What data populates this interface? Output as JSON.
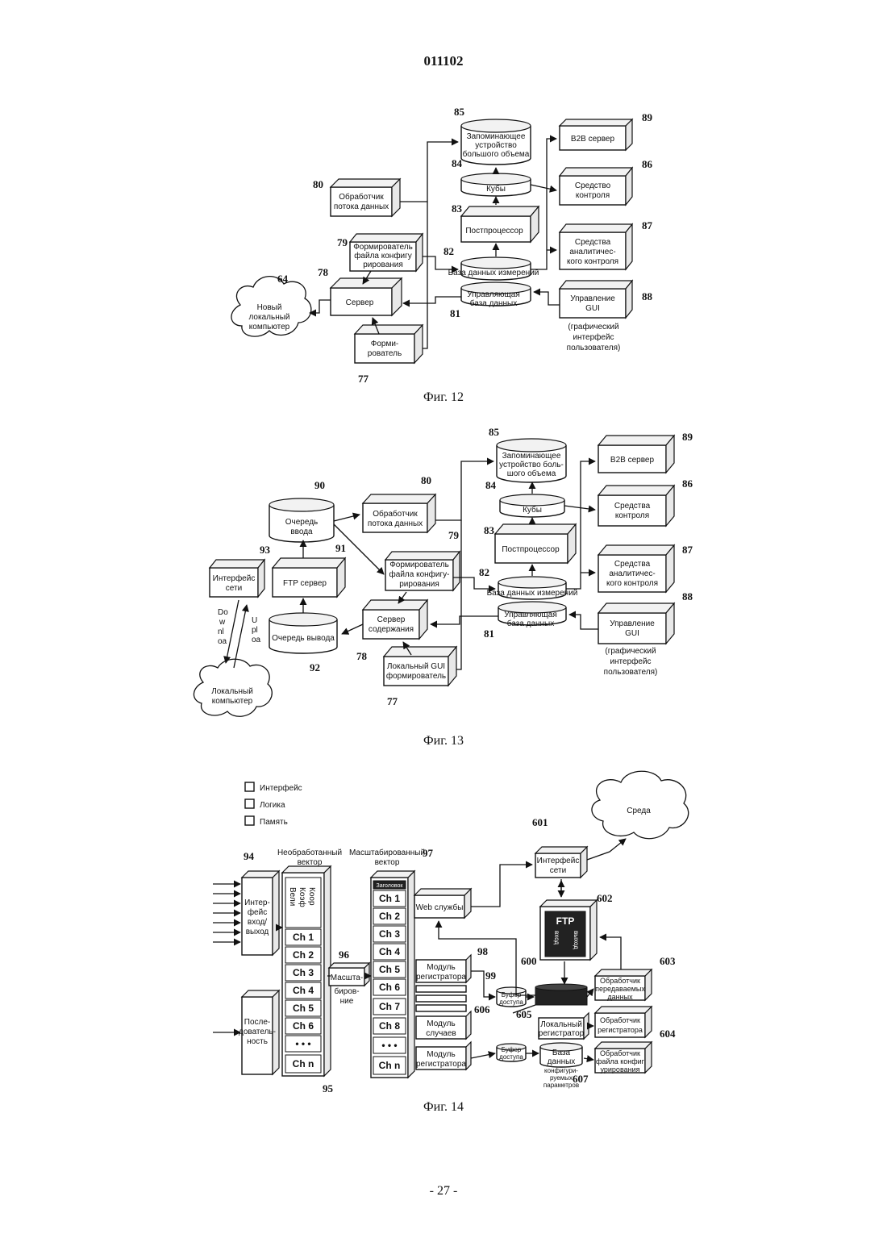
{
  "header": {
    "doc_number": "011102"
  },
  "footer": {
    "page": "- 27 -"
  },
  "fig12": {
    "caption": "Фиг. 12",
    "mass_storage": [
      "Запоминающее",
      "устройство",
      "большого объема"
    ],
    "stream_handler": [
      "Обработчик",
      "потока данных"
    ],
    "cubes": "Кубы",
    "postprocessor": "Постпроцессор",
    "config_former": [
      "Формирователь",
      "файла конфигу",
      "рирования"
    ],
    "measure_db": "База данных измерений",
    "control_db": [
      "Управляющая",
      "база данных"
    ],
    "server": "Сервер",
    "former": [
      "Форми-",
      "рователь"
    ],
    "cloud": [
      "Новый",
      "локальный",
      "компьютер"
    ],
    "b2b": "B2B сервер",
    "monitor": [
      "Средство",
      "контроля"
    ],
    "analytics": [
      "Средства",
      "аналитичес-",
      "кого контроля"
    ],
    "gui": [
      "Управление",
      "GUI"
    ],
    "gui_note": [
      "(графический",
      "интерфейс",
      "пользователя)"
    ],
    "refs": {
      "r85": "85",
      "r84": "84",
      "r83": "83",
      "r82": "82",
      "r81": "81",
      "r80": "80",
      "r79": "79",
      "r78": "78",
      "r77": "77",
      "r64": "64",
      "r89": "89",
      "r86": "86",
      "r87": "87",
      "r88": "88"
    }
  },
  "fig13": {
    "caption": "Фиг. 13",
    "mass_storage": [
      "Запоминающее",
      "устройство боль-",
      "шого объема"
    ],
    "input_queue": [
      "Очередь",
      "ввода"
    ],
    "stream_handler": [
      "Обработчик",
      "потока данных"
    ],
    "cubes": "Кубы",
    "postprocessor": "Постпроцессор",
    "config_former": [
      "Формирователь",
      "файла конфигу-",
      "рирования"
    ],
    "measure_db": "База данных измерений",
    "control_db": [
      "Управляющая",
      "база данных"
    ],
    "content_server": [
      "Сервер",
      "содержания"
    ],
    "local_gui": [
      "Локальный GUI",
      "формирователь"
    ],
    "ftp": "FTP сервер",
    "net_iface": [
      "Интерфейс",
      "сети"
    ],
    "output_queue": "Очередь вывода",
    "download": [
      "Do",
      "w",
      "nl",
      "oa"
    ],
    "upload": [
      "U",
      "pl",
      "oa"
    ],
    "cloud": [
      "Локальный",
      "компьютер"
    ],
    "b2b": "B2B сервер",
    "monitor": [
      "Средства",
      "контроля"
    ],
    "analytics": [
      "Средства",
      "аналитичес-",
      "кого контроля"
    ],
    "gui": [
      "Управление",
      "GUI"
    ],
    "gui_note": [
      "(графический",
      "интерфейс",
      "пользователя)"
    ],
    "refs": {
      "r85": "85",
      "r90": "90",
      "r80": "80",
      "r84": "84",
      "r83": "83",
      "r79": "79",
      "r93": "93",
      "r91": "91",
      "r82": "82",
      "r81": "81",
      "r78": "78",
      "r92": "92",
      "r77": "77",
      "r89": "89",
      "r86": "86",
      "r87": "87",
      "r88": "88"
    }
  },
  "fig14": {
    "caption": "Фиг. 14",
    "legend": [
      "Интерфейс",
      "Логика",
      "Память"
    ],
    "raw_vector": [
      "Необработанный",
      "вектор"
    ],
    "scaled_vector": [
      "Масштабированный",
      "вектор"
    ],
    "io_iface": [
      "Интер-",
      "фейс",
      "вход/",
      "выход"
    ],
    "sequence": [
      "После-",
      "дователь-",
      "ность"
    ],
    "raw_head": [
      "Вели",
      "Коэф",
      "Коор"
    ],
    "scaled_head": "Заголовок",
    "channels": [
      "Ch 1",
      "Ch 2",
      "Ch 3",
      "Ch 4",
      "Ch 5",
      "Ch 6",
      "• • •",
      "Ch n"
    ],
    "scaled_channels": [
      "Ch 1",
      "Ch 2",
      "Ch 3",
      "Ch 4",
      "Ch 5",
      "Ch 6",
      "Ch 7",
      "Ch 8",
      "• • •",
      "Ch n"
    ],
    "scaling": [
      "Масшта-",
      "биров-",
      "ние"
    ],
    "web": "Web службы",
    "reg_module1": [
      "Модуль",
      "регистратора"
    ],
    "random_module": [
      "Модуль",
      "случаев"
    ],
    "reg_module2": [
      "Модуль",
      "регистратора"
    ],
    "buffer1": [
      "Буфер",
      "доступа"
    ],
    "buffer2": [
      "Буфер",
      "доступа"
    ],
    "net_iface": [
      "Интерфейс",
      "сети"
    ],
    "ftp": "FTP",
    "ftp_cols": [
      "вход",
      "выход"
    ],
    "env": "Среда",
    "local_reg": [
      "Локальный",
      "регистратор"
    ],
    "config_db": [
      "База",
      "данных"
    ],
    "config_db_note": [
      "конфигури-",
      "руемых",
      "параметров"
    ],
    "handler_transfer": [
      "Обработчик",
      "передаваемых",
      "данных"
    ],
    "handler_reg": [
      "Обработчик",
      "регистратора"
    ],
    "handler_config": [
      "Обработчик",
      "файла конфиг",
      "урирования"
    ],
    "refs": {
      "r94": "94",
      "r95": "95",
      "r96": "96",
      "r97": "97",
      "r98": "98",
      "r99": "99",
      "r600": "600",
      "r601": "601",
      "r602": "602",
      "r603": "603",
      "r604": "604",
      "r605": "605",
      "r606": "606",
      "r607": "607"
    }
  }
}
